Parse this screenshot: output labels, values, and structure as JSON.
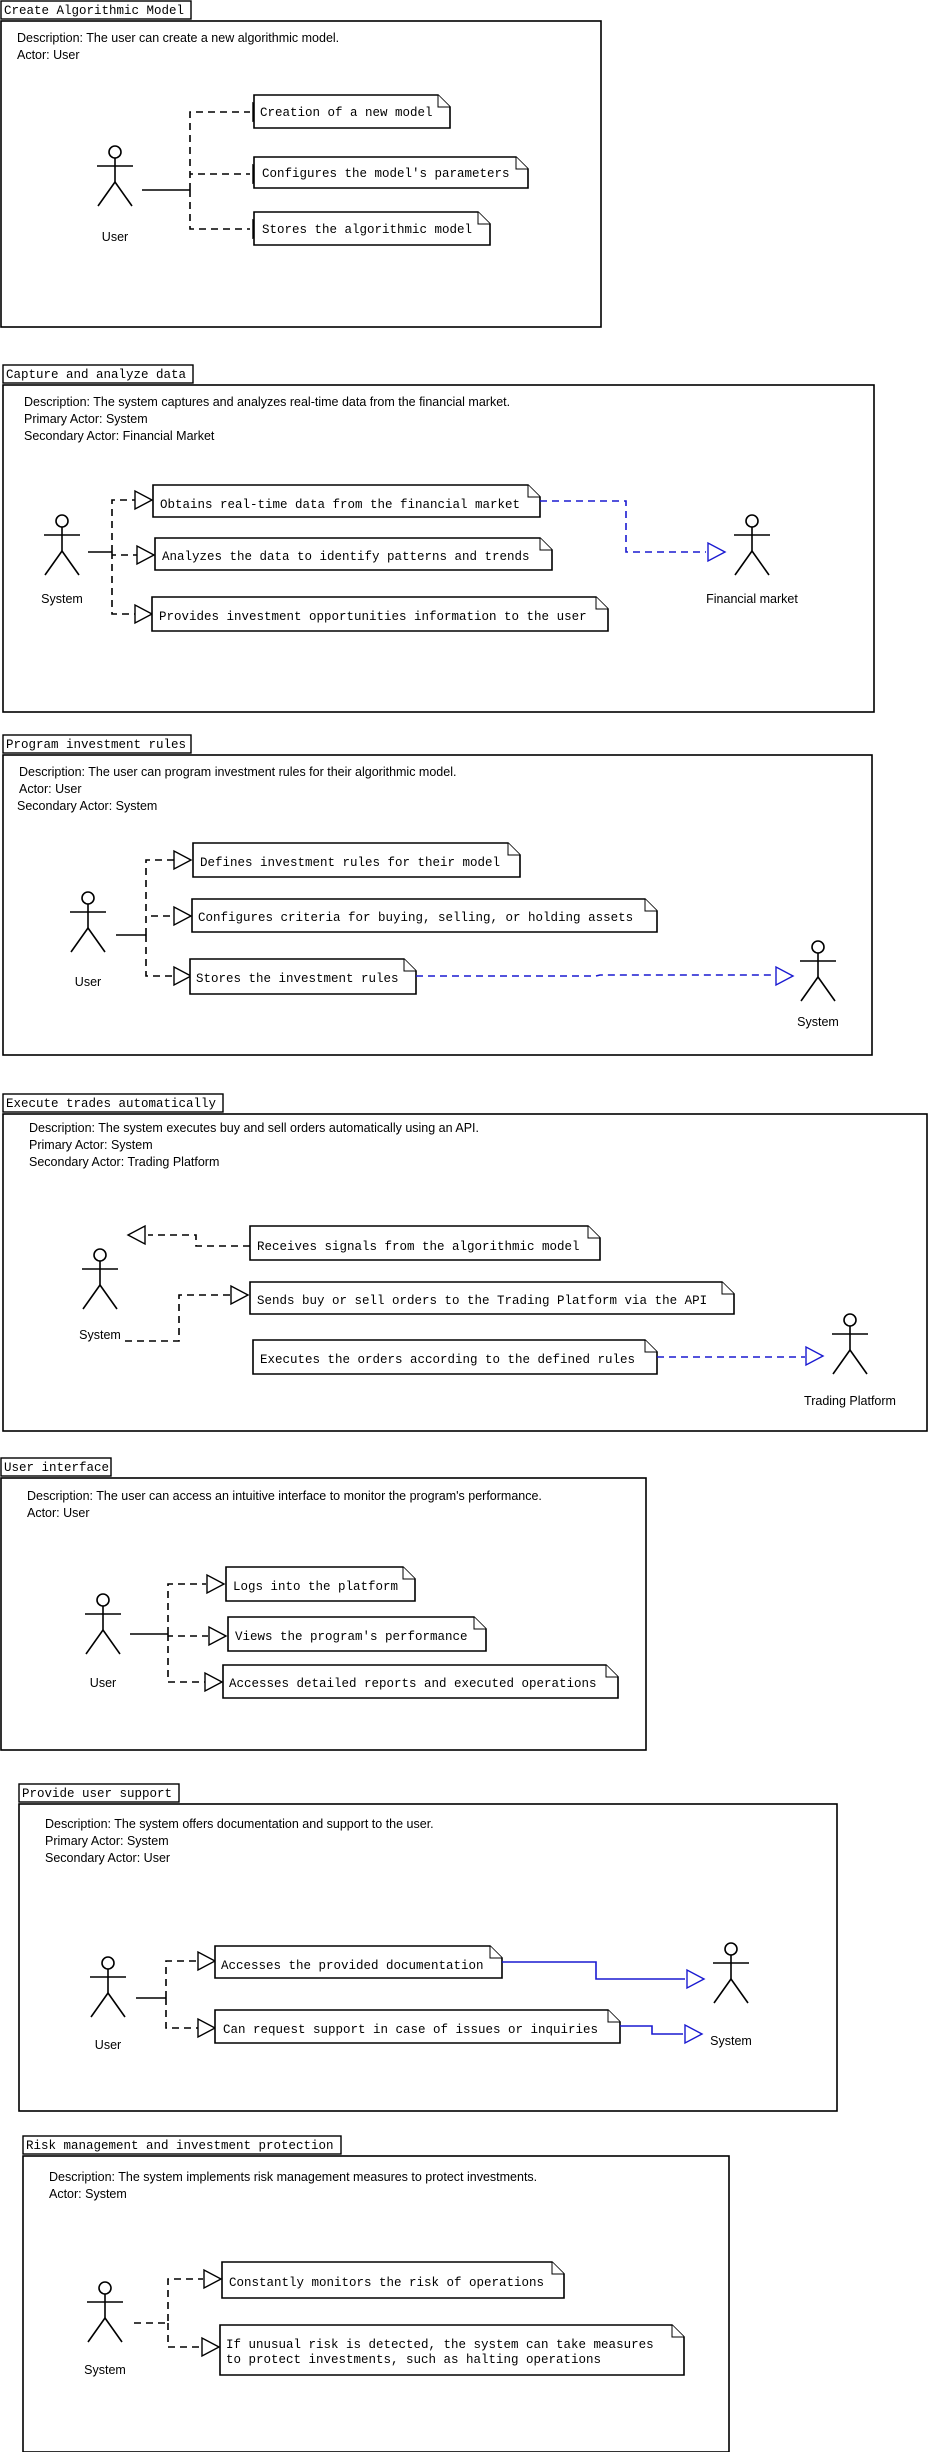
{
  "sections": [
    {
      "tab": "Create Algorithmic Model",
      "lines": [
        "Description: The user can create a new algorithmic model.",
        "Actor: User"
      ],
      "actors": [
        "User"
      ],
      "notes": [
        "Creation of a new model",
        "Configures the model's parameters",
        "Stores the algorithmic model"
      ]
    },
    {
      "tab": "Capture and analyze data",
      "lines": [
        "Description: The system captures and analyzes real-time data from the financial market.",
        "Primary Actor: System",
        "Secondary Actor: Financial Market"
      ],
      "actors": [
        "System",
        "Financial market"
      ],
      "notes": [
        "Obtains real-time data from the financial market",
        "Analyzes the data to identify patterns and trends",
        "Provides investment opportunities information to the user"
      ]
    },
    {
      "tab": "Program investment rules",
      "lines": [
        "Description: The user can program investment rules for their algorithmic model.",
        "Actor: User",
        "Secondary Actor: System"
      ],
      "actors": [
        "User",
        "System"
      ],
      "notes": [
        "Defines investment rules for their model",
        "Configures criteria for buying, selling, or holding assets",
        "Stores the investment rules"
      ]
    },
    {
      "tab": "Execute trades automatically",
      "lines": [
        "Description: The system executes buy and sell orders automatically using an API.",
        "Primary Actor: System",
        "Secondary Actor: Trading Platform"
      ],
      "actors": [
        "System",
        "Trading Platform"
      ],
      "notes": [
        "Receives signals from the algorithmic model",
        "Sends buy or sell orders to the Trading Platform via the API",
        "Executes the orders according to the defined rules"
      ]
    },
    {
      "tab": "User interface",
      "lines": [
        "Description: The user can access an intuitive interface to monitor the program's performance.",
        "Actor: User"
      ],
      "actors": [
        "User"
      ],
      "notes": [
        "Logs into the platform",
        "Views the program's performance",
        "Accesses detailed reports and executed operations"
      ]
    },
    {
      "tab": "Provide user support",
      "lines": [
        "Description: The system offers documentation and support to the user.",
        "Primary Actor: System",
        "Secondary Actor: User"
      ],
      "actors": [
        "User",
        "System"
      ],
      "notes": [
        "Accesses the provided documentation",
        "Can request support in case of issues or inquiries"
      ]
    },
    {
      "tab": "Risk management and investment protection",
      "lines": [
        "Description: The system implements risk management measures to protect investments.",
        "Actor: System"
      ],
      "actors": [
        "System"
      ],
      "notes": [
        "Constantly monitors the risk of operations",
        "If unusual risk is detected, the system can take measures",
        "to protect investments, such as halting operations"
      ]
    }
  ]
}
